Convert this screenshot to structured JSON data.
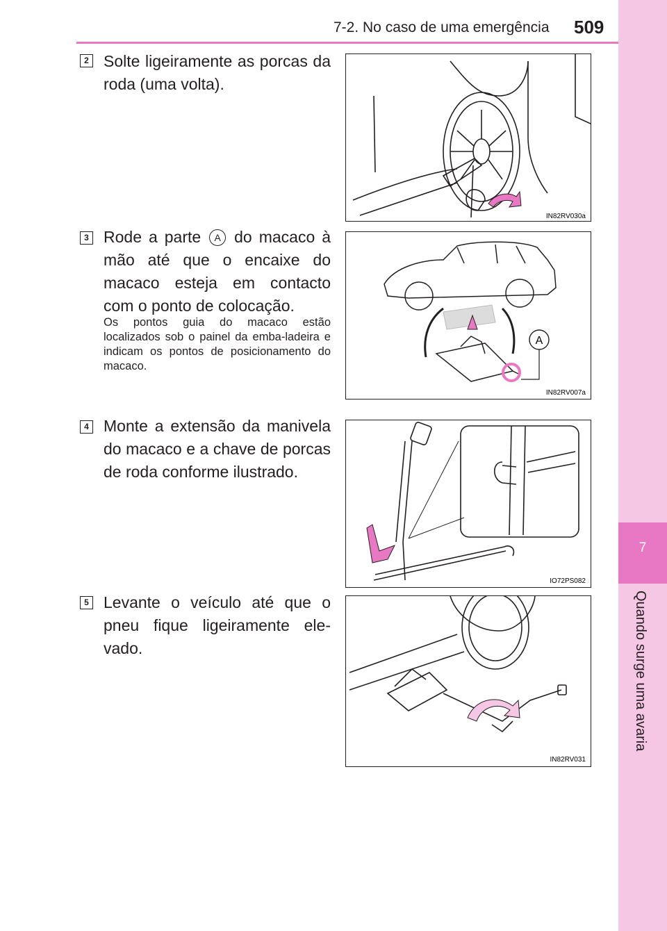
{
  "header": {
    "title": "7-2. No caso de uma emergência",
    "page_number": "509"
  },
  "side_tab": {
    "chapter_number": "7",
    "chapter_title": "Quando surge uma avaria"
  },
  "accent_colors": {
    "pink": "#e978c4",
    "light_pink": "#f6c7e5"
  },
  "steps": [
    {
      "number": "2",
      "text": "Solte ligeiramente as porcas da roda (uma volta).",
      "figure_code": "IN82RV030a"
    },
    {
      "number": "3",
      "text_before": "Rode a parte",
      "callout": "A",
      "text_after": "do macaco à mão até que o encaixe do macaco esteja em contacto com o ponto de colocação.",
      "note": "Os pontos guia do macaco estão localizados sob o painel da emba-ladeira e indicam os pontos de posicionamento do macaco.",
      "figure_code": "IN82RV007a",
      "figure_callout": "A"
    },
    {
      "number": "4",
      "text": "Monte a extensão da manivela do macaco e a chave de porcas de roda conforme ilustrado.",
      "figure_code": "IO72PS082"
    },
    {
      "number": "5",
      "text": "Levante o veículo até que o pneu fique ligeiramente ele-vado.",
      "figure_code": "IN82RV031"
    }
  ]
}
